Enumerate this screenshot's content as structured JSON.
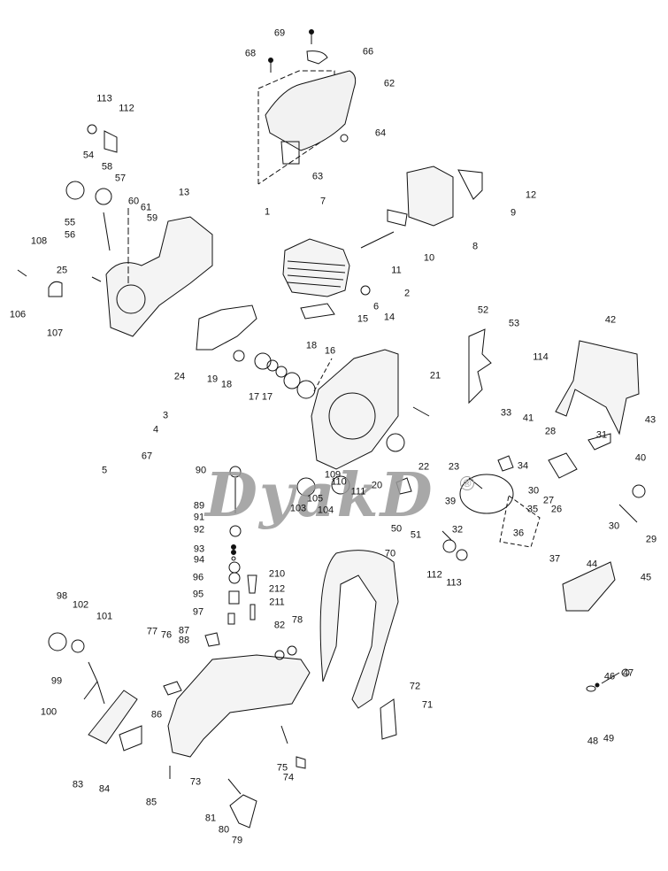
{
  "diagram": {
    "type": "exploded-parts-diagram",
    "subject": "chainsaw",
    "watermark": "DyakD",
    "watermark_symbol": "®",
    "line_color": "#111111",
    "watermark_color": "#9a9a9a"
  },
  "labels": [
    {
      "id": "69",
      "text": "69"
    },
    {
      "id": "68",
      "text": "68"
    },
    {
      "id": "66",
      "text": "66"
    },
    {
      "id": "62",
      "text": "62"
    },
    {
      "id": "64",
      "text": "64"
    },
    {
      "id": "63",
      "text": "63"
    },
    {
      "id": "113a",
      "text": "113"
    },
    {
      "id": "112a",
      "text": "112"
    },
    {
      "id": "54",
      "text": "54"
    },
    {
      "id": "58",
      "text": "58"
    },
    {
      "id": "57",
      "text": "57"
    },
    {
      "id": "60",
      "text": "60"
    },
    {
      "id": "61",
      "text": "61"
    },
    {
      "id": "59",
      "text": "59"
    },
    {
      "id": "13",
      "text": "13"
    },
    {
      "id": "55",
      "text": "55"
    },
    {
      "id": "56",
      "text": "56"
    },
    {
      "id": "108",
      "text": "108"
    },
    {
      "id": "25",
      "text": "25"
    },
    {
      "id": "106",
      "text": "106"
    },
    {
      "id": "107",
      "text": "107"
    },
    {
      "id": "7",
      "text": "7"
    },
    {
      "id": "1",
      "text": "1"
    },
    {
      "id": "12",
      "text": "12"
    },
    {
      "id": "9",
      "text": "9"
    },
    {
      "id": "8",
      "text": "8"
    },
    {
      "id": "10",
      "text": "10"
    },
    {
      "id": "11",
      "text": "11"
    },
    {
      "id": "2",
      "text": "2"
    },
    {
      "id": "6",
      "text": "6"
    },
    {
      "id": "15",
      "text": "15"
    },
    {
      "id": "14",
      "text": "14"
    },
    {
      "id": "52",
      "text": "52"
    },
    {
      "id": "53",
      "text": "53"
    },
    {
      "id": "42",
      "text": "42"
    },
    {
      "id": "114",
      "text": "114"
    },
    {
      "id": "24",
      "text": "24"
    },
    {
      "id": "19",
      "text": "19"
    },
    {
      "id": "18a",
      "text": "18"
    },
    {
      "id": "18b",
      "text": "18"
    },
    {
      "id": "16",
      "text": "16"
    },
    {
      "id": "17a",
      "text": "17"
    },
    {
      "id": "17b",
      "text": "17"
    },
    {
      "id": "3",
      "text": "3"
    },
    {
      "id": "4",
      "text": "4"
    },
    {
      "id": "5",
      "text": "5"
    },
    {
      "id": "67",
      "text": "67"
    },
    {
      "id": "21",
      "text": "21"
    },
    {
      "id": "33",
      "text": "33"
    },
    {
      "id": "41",
      "text": "41"
    },
    {
      "id": "43",
      "text": "43"
    },
    {
      "id": "28",
      "text": "28"
    },
    {
      "id": "31",
      "text": "31"
    },
    {
      "id": "40",
      "text": "40"
    },
    {
      "id": "22",
      "text": "22"
    },
    {
      "id": "23",
      "text": "23"
    },
    {
      "id": "34",
      "text": "34"
    },
    {
      "id": "30a",
      "text": "30"
    },
    {
      "id": "27",
      "text": "27"
    },
    {
      "id": "26",
      "text": "26"
    },
    {
      "id": "30b",
      "text": "30"
    },
    {
      "id": "29",
      "text": "29"
    },
    {
      "id": "90",
      "text": "90"
    },
    {
      "id": "109",
      "text": "109"
    },
    {
      "id": "110",
      "text": "110"
    },
    {
      "id": "111",
      "text": "111"
    },
    {
      "id": "20",
      "text": "20"
    },
    {
      "id": "39",
      "text": "39"
    },
    {
      "id": "35",
      "text": "35"
    },
    {
      "id": "105",
      "text": "105"
    },
    {
      "id": "103",
      "text": "103"
    },
    {
      "id": "104",
      "text": "104"
    },
    {
      "id": "89",
      "text": "89"
    },
    {
      "id": "91",
      "text": "91"
    },
    {
      "id": "92",
      "text": "92"
    },
    {
      "id": "50",
      "text": "50"
    },
    {
      "id": "51",
      "text": "51"
    },
    {
      "id": "32",
      "text": "32"
    },
    {
      "id": "93",
      "text": "93"
    },
    {
      "id": "94",
      "text": "94"
    },
    {
      "id": "36",
      "text": "36"
    },
    {
      "id": "70",
      "text": "70"
    },
    {
      "id": "112b",
      "text": "112"
    },
    {
      "id": "113b",
      "text": "113"
    },
    {
      "id": "37",
      "text": "37"
    },
    {
      "id": "96",
      "text": "96"
    },
    {
      "id": "210",
      "text": "210"
    },
    {
      "id": "95",
      "text": "95"
    },
    {
      "id": "212",
      "text": "212"
    },
    {
      "id": "211",
      "text": "211"
    },
    {
      "id": "44",
      "text": "44"
    },
    {
      "id": "45",
      "text": "45"
    },
    {
      "id": "97",
      "text": "97"
    },
    {
      "id": "98",
      "text": "98"
    },
    {
      "id": "102",
      "text": "102"
    },
    {
      "id": "101",
      "text": "101"
    },
    {
      "id": "87",
      "text": "87"
    },
    {
      "id": "78",
      "text": "78"
    },
    {
      "id": "77",
      "text": "77"
    },
    {
      "id": "76",
      "text": "76"
    },
    {
      "id": "88",
      "text": "88"
    },
    {
      "id": "82",
      "text": "82"
    },
    {
      "id": "99",
      "text": "99"
    },
    {
      "id": "72",
      "text": "72"
    },
    {
      "id": "71",
      "text": "71"
    },
    {
      "id": "86",
      "text": "86"
    },
    {
      "id": "100",
      "text": "100"
    },
    {
      "id": "46",
      "text": "46"
    },
    {
      "id": "47",
      "text": "47"
    },
    {
      "id": "48",
      "text": "48"
    },
    {
      "id": "49",
      "text": "49"
    },
    {
      "id": "83",
      "text": "83"
    },
    {
      "id": "84",
      "text": "84"
    },
    {
      "id": "73",
      "text": "73"
    },
    {
      "id": "75",
      "text": "75"
    },
    {
      "id": "74",
      "text": "74"
    },
    {
      "id": "85",
      "text": "85"
    },
    {
      "id": "81",
      "text": "81"
    },
    {
      "id": "80",
      "text": "80"
    },
    {
      "id": "79",
      "text": "79"
    }
  ]
}
